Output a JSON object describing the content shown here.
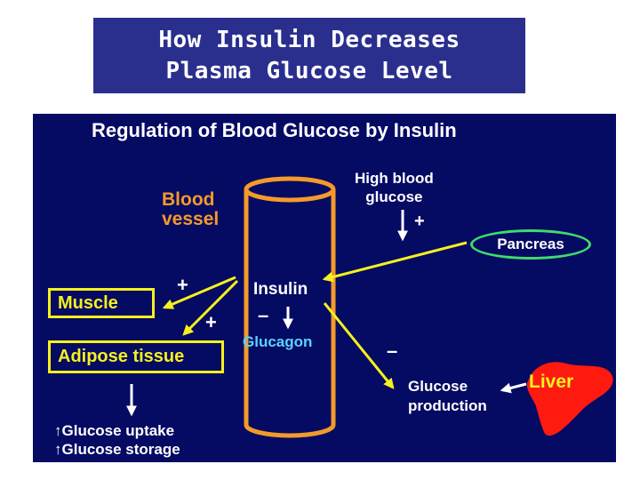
{
  "header": {
    "title_line1": "How Insulin Decreases",
    "title_line2": "Plasma Glucose Level"
  },
  "slide": {
    "title": "Regulation of Blood Glucose by Insulin",
    "blood_vessel_line1": "Blood",
    "blood_vessel_line2": "vessel",
    "high_glucose_line1": "High blood",
    "high_glucose_line2": "glucose",
    "pancreas": "Pancreas",
    "insulin": "Insulin",
    "glucagon": "Glucagon",
    "minus_sign": "–",
    "plus_sign": "+",
    "muscle": "Muscle",
    "adipose": "Adipose tissue",
    "glucose_production_line1": "Glucose",
    "glucose_production_line2": "production",
    "liver": "Liver",
    "uptake": "Glucose uptake",
    "storage": "Glucose storage",
    "up_arrow": "↑"
  },
  "colors": {
    "slide_background": "#050a63",
    "title_background": "#2a2f8e",
    "vessel": "#f39a2a",
    "arrows": "#f5f11d",
    "pancreas_outline": "#3ddc6a",
    "liver": "#ff1a10",
    "glucagon_text": "#5ad3ff"
  }
}
